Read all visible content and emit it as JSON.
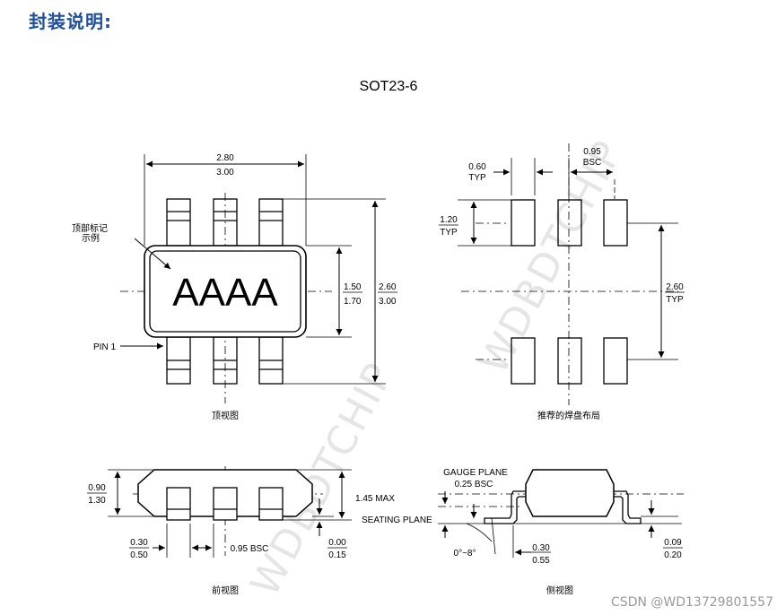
{
  "heading": "封装说明:",
  "package_title": "SOT23-6",
  "watermarks": [
    "WDBDTCHIP",
    "WDBDTCHIP"
  ],
  "footer": "CSDN @WD13729801557",
  "top_view": {
    "caption": "顶视图",
    "marking_label_line1": "顶部标记",
    "marking_label_line2": "示例",
    "marking_text": "AAAA",
    "pin1_label": "PIN 1",
    "width_min": "2.80",
    "width_max": "3.00",
    "body_min": "1.50",
    "body_max": "1.70",
    "height_min": "2.60",
    "height_max": "3.00"
  },
  "land_pattern": {
    "caption": "推荐的焊盘布局",
    "pad_w": "0.60",
    "pad_w_note": "TYP",
    "pitch": "0.95",
    "pitch_note": "BSC",
    "pad_h": "1.20",
    "pad_h_note": "TYP",
    "span": "2.60",
    "span_note": "TYP"
  },
  "front_view": {
    "caption": "前视图",
    "height_min": "0.90",
    "height_max": "1.30",
    "max_height": "1.45 MAX",
    "seating_plane": "SEATING PLANE",
    "lead_min": "0.30",
    "lead_max": "0.50",
    "pitch": "0.95 BSC",
    "standoff_min": "0.00",
    "standoff_max": "0.15"
  },
  "side_view": {
    "caption": "侧视图",
    "gauge_plane": "GAUGE PLANE",
    "gauge_dim": "0.25 BSC",
    "angle": "0°~8°",
    "foot_min": "0.30",
    "foot_max": "0.55",
    "thick_min": "0.09",
    "thick_max": "0.20"
  }
}
